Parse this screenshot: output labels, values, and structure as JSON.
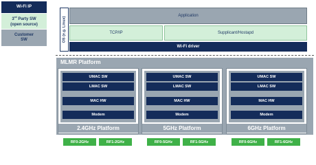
{
  "legend": {
    "wifi_ip": "Wi-Fi IP",
    "third_party_sup": "rd",
    "third_party_pre": "3",
    "third_party_post": " Party SW",
    "third_party_sub": "(open source)",
    "customer_line1": "Customer",
    "customer_line2": "SW"
  },
  "host": {
    "os_label": "OS (e.g. Linux)",
    "application": "Application",
    "tcp_ip": "TCP/IP",
    "supplicant": "Supplicant/Hostapd",
    "wifi_driver": "Wi-Fi driver"
  },
  "mlmr": {
    "title": "MLMR Platform",
    "platforms": [
      {
        "name": "2.4GHz Platform",
        "blocks": [
          "UMAC SW",
          "LMAC SW",
          "MAC HW",
          "Modem"
        ],
        "rf": [
          "RF0-2GHz",
          "RF1-2GHz"
        ]
      },
      {
        "name": "5GHz Platform",
        "blocks": [
          "UMAC SW",
          "LMAC SW",
          "MAC HW",
          "Modem"
        ],
        "rf": [
          "RF0-5GHz",
          "RF1-5GHz"
        ]
      },
      {
        "name": "6GHz Platform",
        "blocks": [
          "UMAC SW",
          "LMAC SW",
          "MAC HW",
          "Modem"
        ],
        "rf": [
          "RF0-6GHz",
          "RF1-6GHz"
        ]
      }
    ]
  },
  "colors": {
    "wifi_ip": "#142c5a",
    "third_party": "#d3efd9",
    "customer": "#9aa6b1",
    "rf": "#3fb148"
  }
}
